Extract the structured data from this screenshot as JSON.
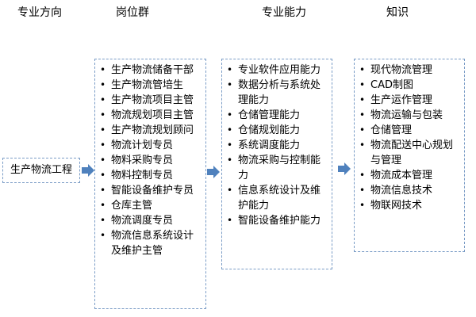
{
  "headers": {
    "direction": "专业方向",
    "jobs": "岗位群",
    "abilities": "专业能力",
    "knowledge": "知识"
  },
  "source": {
    "label": "生产物流工程"
  },
  "jobs": [
    "生产物流储备干部",
    "生产物流管培生",
    "生产物流项目主管",
    "物流规划项目主管",
    "生产物流规划顾问",
    "物流计划专员",
    "物料采购专员",
    "物料控制专员",
    "智能设备维护专员",
    "仓库主管",
    "物流调度专员",
    "物流信息系统设计及维护主管"
  ],
  "abilities": [
    "专业软件应用能力",
    "数据分析与系统处理能力",
    "仓储管理能力",
    "仓储规划能力",
    "系统调度能力",
    "物流采购与控制能力",
    "信息系统设计及维护能力",
    "智能设备维护能力"
  ],
  "knowledge": [
    "现代物流管理",
    "CAD制图",
    "生产运作管理",
    "物流运输与包装",
    "仓储管理",
    "物流配送中心规划与管理",
    "物流成本管理",
    "物流信息技术",
    "物联网技术"
  ],
  "colors": {
    "arrow": "#4f81bd",
    "box_border": "#7a9cc6"
  }
}
